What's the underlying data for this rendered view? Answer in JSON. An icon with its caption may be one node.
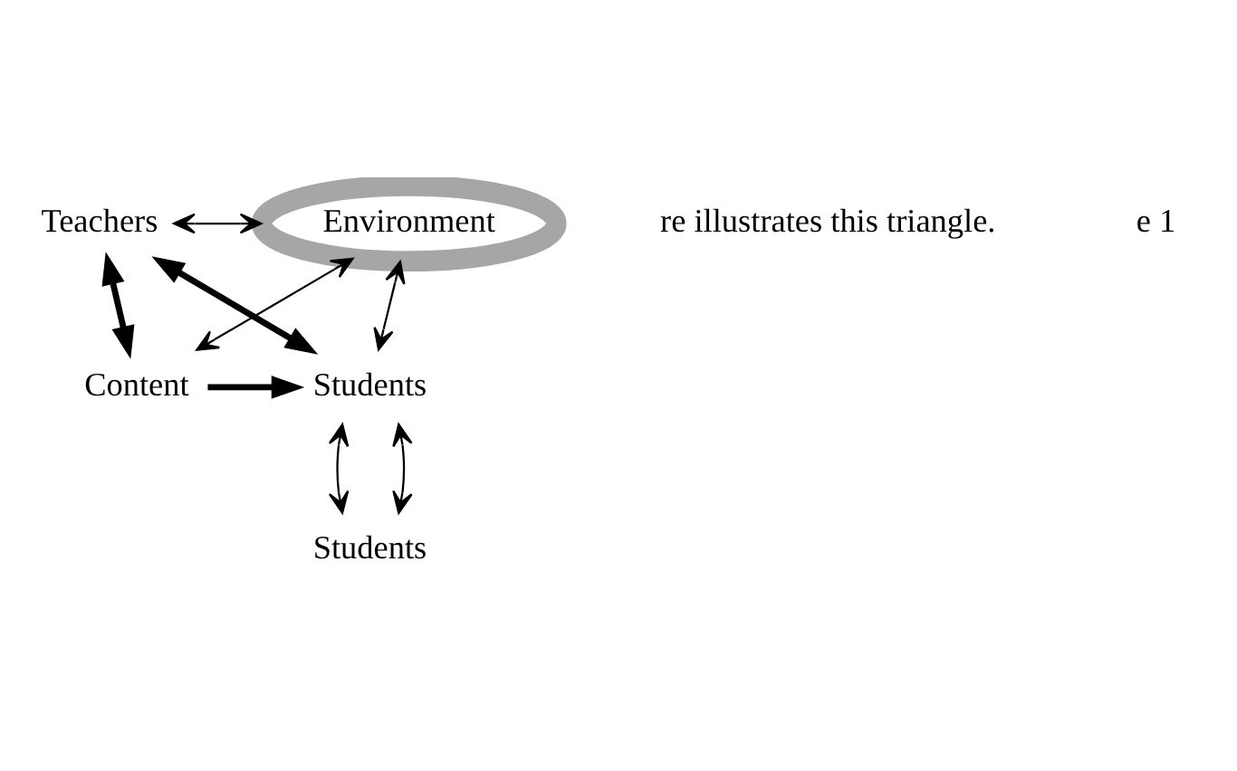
{
  "diagram": {
    "nodes": [
      {
        "text": [
          "Environment"
        ]
      },
      {
        "text": [
          "Teachers"
        ]
      },
      {
        "text": [
          "Students"
        ]
      },
      {
        "text": [
          "Content"
        ]
      },
      {
        "text": [
          "Students"
        ]
      }
    ],
    "edges": [
      {
        "from": 1,
        "to": 0,
        "arrow": "both"
      },
      {
        "from": 2,
        "to": 0,
        "arrow": "both"
      },
      {
        "from": 3,
        "to": 0,
        "arrow": "both"
      },
      {
        "from": 1,
        "to": 2,
        "arrow": "both",
        "style": "thick"
      },
      {
        "from": 1,
        "to": 3,
        "arrow": "both",
        "style": "thick"
      },
      {
        "from": 3,
        "to": 2,
        "arrow": "to",
        "style": "thick"
      },
      {
        "from": 2,
        "to": 4,
        "arrow": "both"
      },
      {
        "from": 2,
        "to": 4,
        "arrow": "both"
      }
    ],
    "labels": [
      "re illustrates this triangle.",
      "e 1"
    ]
  }
}
